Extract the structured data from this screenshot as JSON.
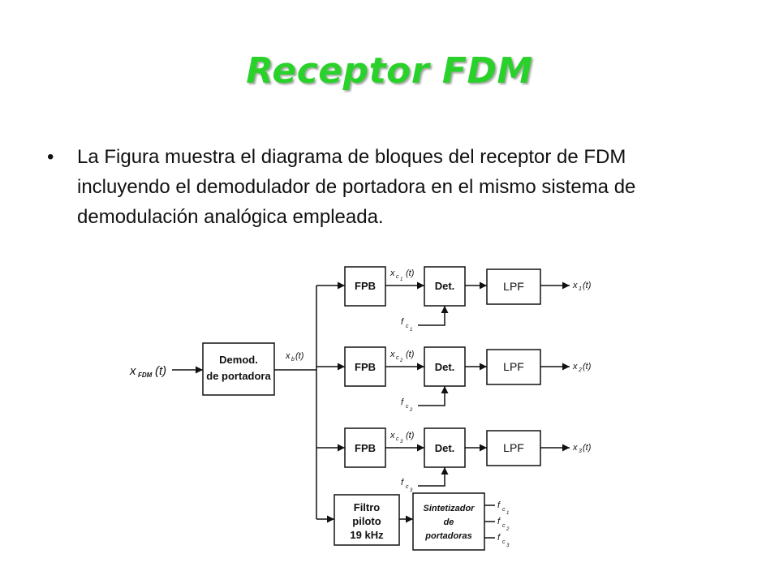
{
  "slide": {
    "title": "Receptor FDM",
    "bullet_symbol": "•",
    "bullet_text": "La Figura muestra el diagrama de bloques del receptor de FDM incluyendo el demodulador de portadora en el mismo sistema de demodulación analógica empleada."
  },
  "diagram": {
    "input_signal": "x",
    "input_subscript": "FDM",
    "input_suffix": "(t)",
    "demod_line1": "Demod.",
    "demod_line2": "de portadora",
    "baseband_signal": "x",
    "baseband_subscript": "b",
    "baseband_suffix": "(t)",
    "branches": [
      {
        "fpb": "FPB",
        "mid_signal": "x",
        "mid_sub": "c",
        "mid_subsub": "1",
        "mid_suffix": "(t)",
        "det": "Det.",
        "lpf": "LPF",
        "out_signal": "x",
        "out_sub": "1",
        "out_suffix": "(t)",
        "carrier": "f",
        "carrier_sub": "c",
        "carrier_subsub": "1"
      },
      {
        "fpb": "FPB",
        "mid_signal": "x",
        "mid_sub": "c",
        "mid_subsub": "2",
        "mid_suffix": "(t)",
        "det": "Det.",
        "lpf": "LPF",
        "out_signal": "x",
        "out_sub": "2",
        "out_suffix": "(t)",
        "carrier": "f",
        "carrier_sub": "c",
        "carrier_subsub": "2"
      },
      {
        "fpb": "FPB",
        "mid_signal": "x",
        "mid_sub": "c",
        "mid_subsub": "3",
        "mid_suffix": "(t)",
        "det": "Det.",
        "lpf": "LPF",
        "out_signal": "x",
        "out_sub": "3",
        "out_suffix": "(t)",
        "carrier": "f",
        "carrier_sub": "c",
        "carrier_subsub": "3"
      }
    ],
    "pilot_line1": "Filtro",
    "pilot_line2": "piloto",
    "pilot_line3": "19 kHz",
    "synth_line1": "Sintetizador",
    "synth_line2": "de",
    "synth_line3": "portadoras",
    "synth_outputs": [
      {
        "label": "f",
        "sub": "c",
        "subsub": "1"
      },
      {
        "label": "f",
        "sub": "c",
        "subsub": "2"
      },
      {
        "label": "f",
        "sub": "c",
        "subsub": "3"
      }
    ]
  }
}
